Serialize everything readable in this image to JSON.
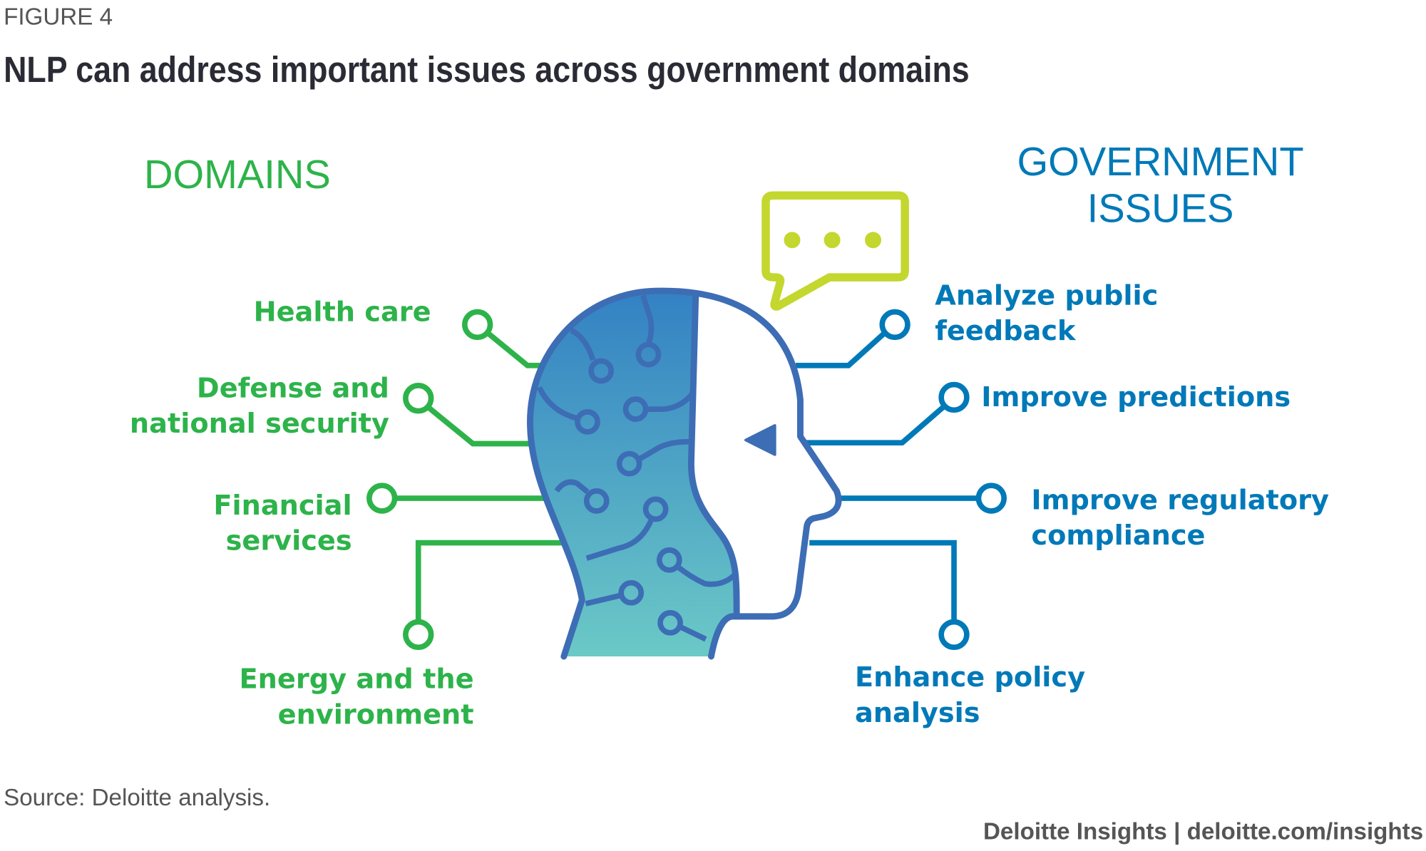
{
  "figure_label": "FIGURE 4",
  "title": "NLP can address important issues across government domains",
  "domains_heading": "DOMAINS",
  "issues_heading": [
    "GOVERNMENT",
    "ISSUES"
  ],
  "domains": [
    {
      "lines": [
        "Health care"
      ]
    },
    {
      "lines": [
        "Defense and",
        "national security"
      ]
    },
    {
      "lines": [
        "Financial",
        "services"
      ]
    },
    {
      "lines": [
        "Energy and the",
        "environment"
      ]
    }
  ],
  "issues": [
    {
      "lines": [
        "Analyze public",
        "feedback"
      ]
    },
    {
      "lines": [
        "Improve predictions"
      ]
    },
    {
      "lines": [
        "Improve regulatory",
        "compliance"
      ]
    },
    {
      "lines": [
        "Enhance policy",
        "analysis"
      ]
    }
  ],
  "source": "Source: Deloitte analysis.",
  "footer": "Deloitte Insights | deloitte.com/insights",
  "colors": {
    "domains": "#2db34a",
    "issues": "#0079b8",
    "head": "#3d6db5",
    "bubble": "#c3d72e",
    "gradient_top": "#3381c4",
    "gradient_bottom": "#6bc9c6"
  }
}
